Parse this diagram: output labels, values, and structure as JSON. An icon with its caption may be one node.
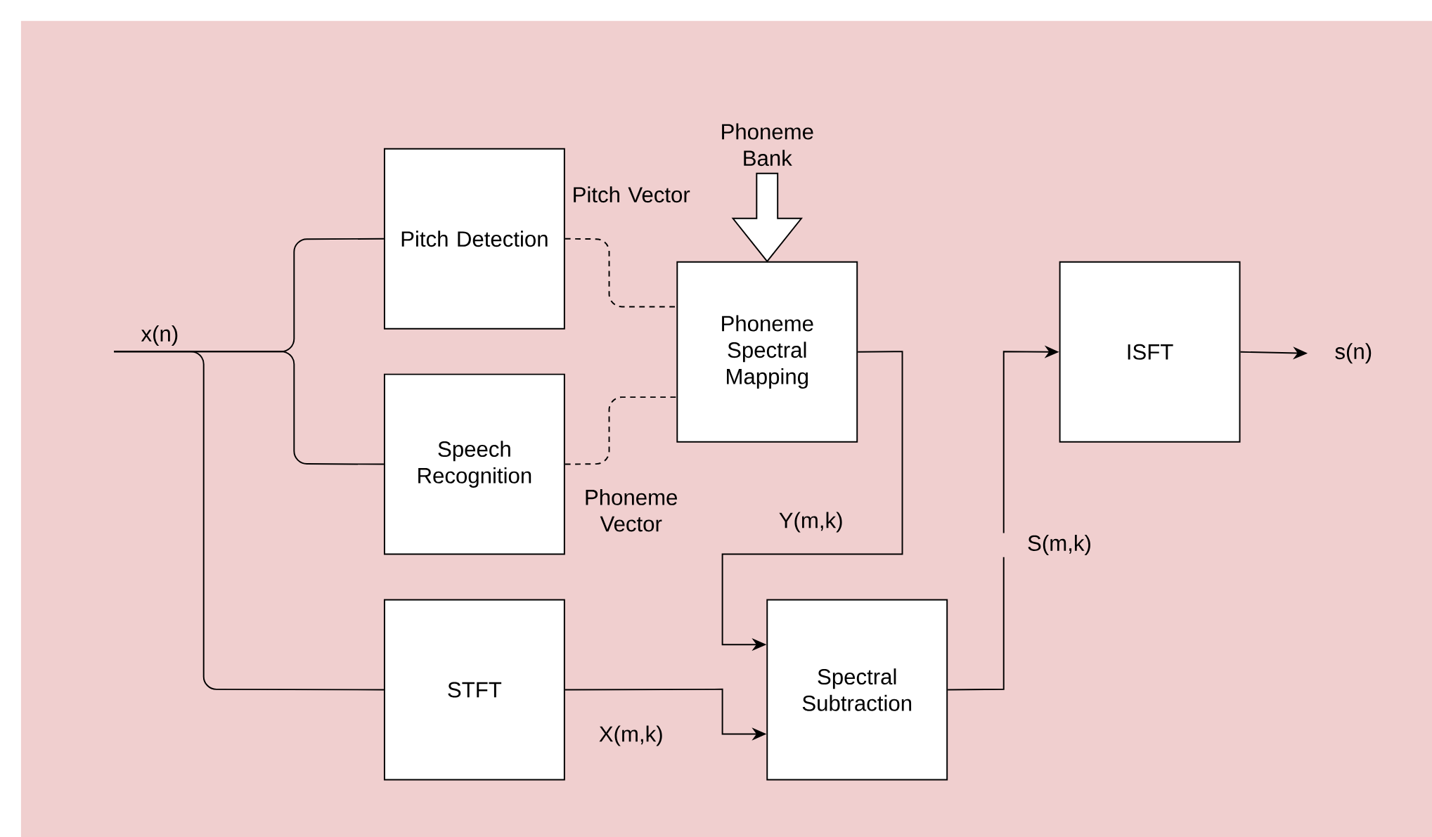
{
  "diagram": {
    "nodes": [
      {
        "text": [
          "x(n)"
        ]
      },
      {
        "text": [
          "Pitch Detection"
        ]
      },
      {
        "text": [
          "Speech Recognition"
        ]
      },
      {
        "text": [
          "STFT"
        ]
      },
      {
        "text": [
          "Phoneme Bank"
        ]
      },
      {
        "text": [
          "Phoneme Spectral Mapping"
        ]
      },
      {
        "text": [
          "Spectral Subtraction"
        ]
      },
      {
        "text": [
          "ISFT"
        ]
      },
      {
        "text": [
          "s(n)"
        ]
      }
    ],
    "edges": [
      {
        "from": 0,
        "to": 1,
        "arrow": "none"
      },
      {
        "from": 0,
        "to": 2,
        "arrow": "none"
      },
      {
        "from": 0,
        "to": 3,
        "arrow": "none"
      },
      {
        "from": 1,
        "to": 5,
        "arrow": "none",
        "style": "dashed",
        "label": "Pitch Vector"
      },
      {
        "from": 2,
        "to": 5,
        "arrow": "none",
        "style": "dashed",
        "label": "Phoneme Vector"
      },
      {
        "from": 4,
        "to": 5,
        "arrow": "to"
      },
      {
        "from": 5,
        "to": 6,
        "arrow": "to",
        "label": "Y(m,k)"
      },
      {
        "from": 3,
        "to": 6,
        "arrow": "to",
        "label": "X(m,k)"
      },
      {
        "from": 6,
        "to": 7,
        "arrow": "to",
        "label": "S(m,k)"
      },
      {
        "from": 7,
        "to": 8,
        "arrow": "to"
      }
    ]
  }
}
